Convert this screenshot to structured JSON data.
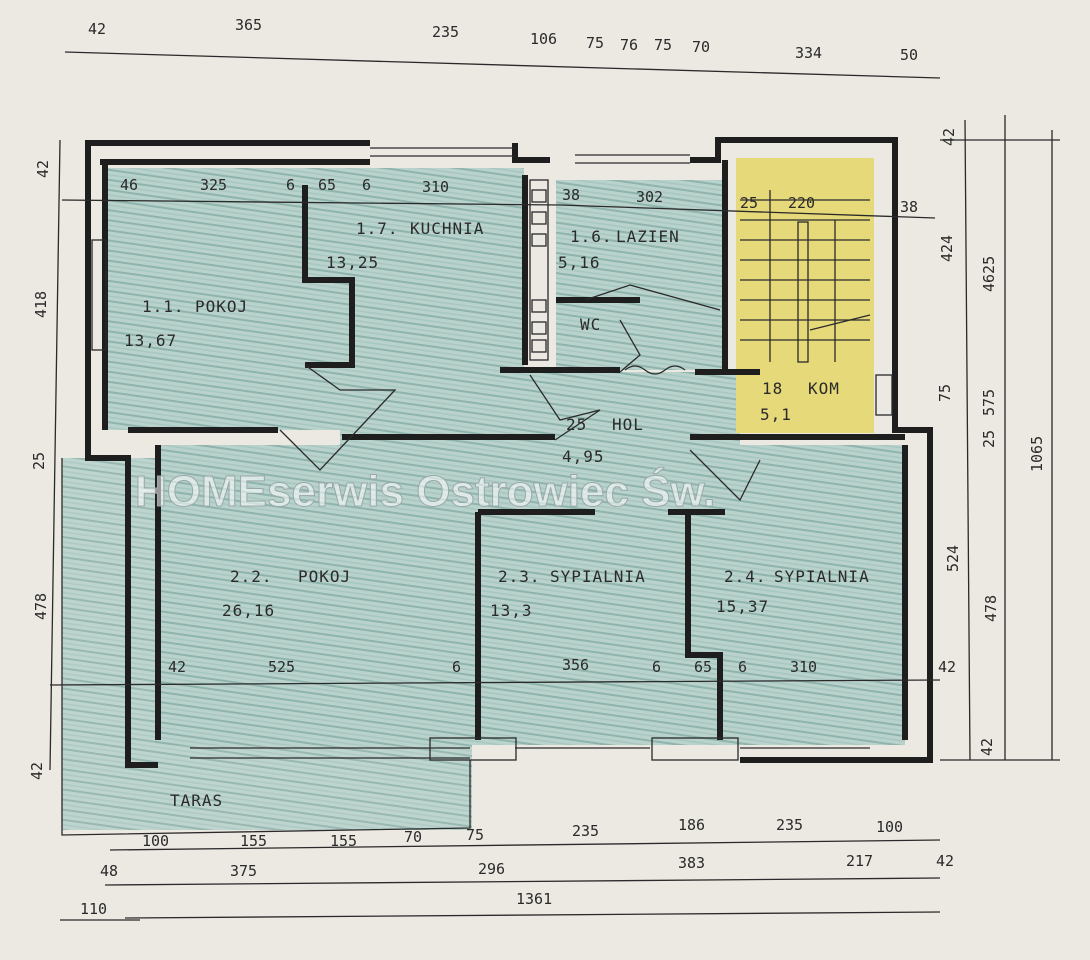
{
  "colors": {
    "paper": "#e9e6e0",
    "floor": "#b7d0cb",
    "stair": "#e8dc7a",
    "wall": "#1e1e1e"
  },
  "watermark": "HOMEserwis Ostrowiec Św.",
  "rooms": {
    "pokoj1": {
      "num": "1.1.",
      "name": "POKOJ",
      "area": "13,67"
    },
    "kuchnia": {
      "num": "1.7.",
      "name": "KUCHNIA",
      "area": "13,25"
    },
    "lazienka": {
      "num": "1.6.",
      "name": "LAZIEN",
      "area": "5,16"
    },
    "wc": {
      "name": "WC"
    },
    "kom": {
      "num": "18",
      "name": "KOM",
      "area": "5,1"
    },
    "hol": {
      "num": "25",
      "name": "HOL",
      "area": "4,95"
    },
    "pokoj2": {
      "num": "2.2.",
      "name": "POKOJ",
      "area": "26,16"
    },
    "sypialnia3": {
      "num": "2.3.",
      "name": "SYPIALNIA",
      "area": "13,3"
    },
    "sypialnia4": {
      "num": "2.4.",
      "name": "SYPIALNIA",
      "area": "15,37"
    },
    "taras": {
      "name": "TARAS"
    }
  },
  "dims": {
    "top_row": [
      "42",
      "365",
      "235",
      "106",
      "75",
      "76",
      "75",
      "70",
      "334",
      "50"
    ],
    "upper_row": [
      "46",
      "325",
      "6",
      "65",
      "6",
      "310",
      "38",
      "302",
      "25",
      "220",
      "38"
    ],
    "middle_row": [
      "42",
      "525",
      "6",
      "356",
      "6",
      "65",
      "6",
      "310",
      "42"
    ],
    "bottom_row1": [
      "100",
      "155",
      "155",
      "70",
      "75",
      "235",
      "186",
      "235",
      "100"
    ],
    "bottom_row2": [
      "48",
      "375",
      "296",
      "383",
      "217",
      "42"
    ],
    "bottom_row3": [
      "1361"
    ],
    "bottom_left": "110",
    "left": [
      "42",
      "418",
      "25",
      "478",
      "42"
    ],
    "right_inner": [
      "42",
      "424",
      "75",
      "25",
      "524",
      "42"
    ],
    "right_mid": [
      "4625",
      "575",
      "478"
    ],
    "right_outer": "1065"
  }
}
